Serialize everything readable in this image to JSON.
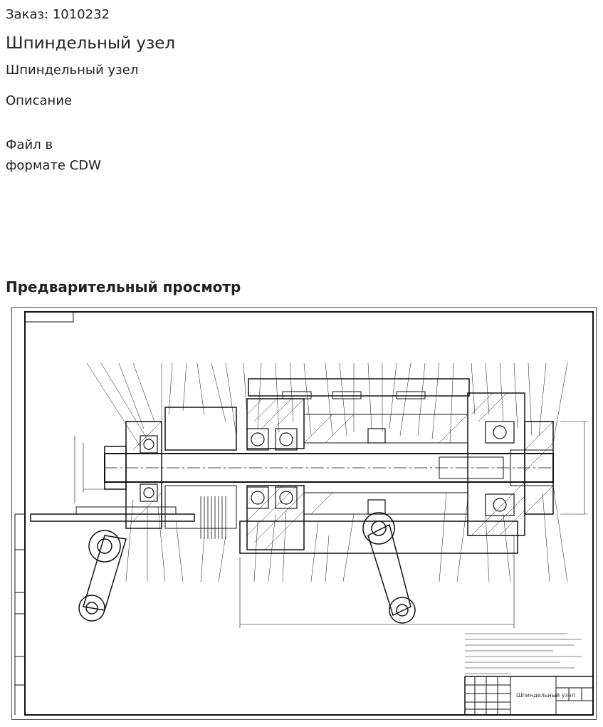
{
  "order": "Заказ: 1010232",
  "title": "Шпиндельный узел",
  "subtitle": "Шпиндельный узел",
  "description_label": "Описание",
  "file_line1": "Файл в",
  "file_line2": "формате CDW",
  "preview_heading": "Предварительный просмотр",
  "drawing": {
    "title_block_name": "Шпиндельный узел"
  }
}
